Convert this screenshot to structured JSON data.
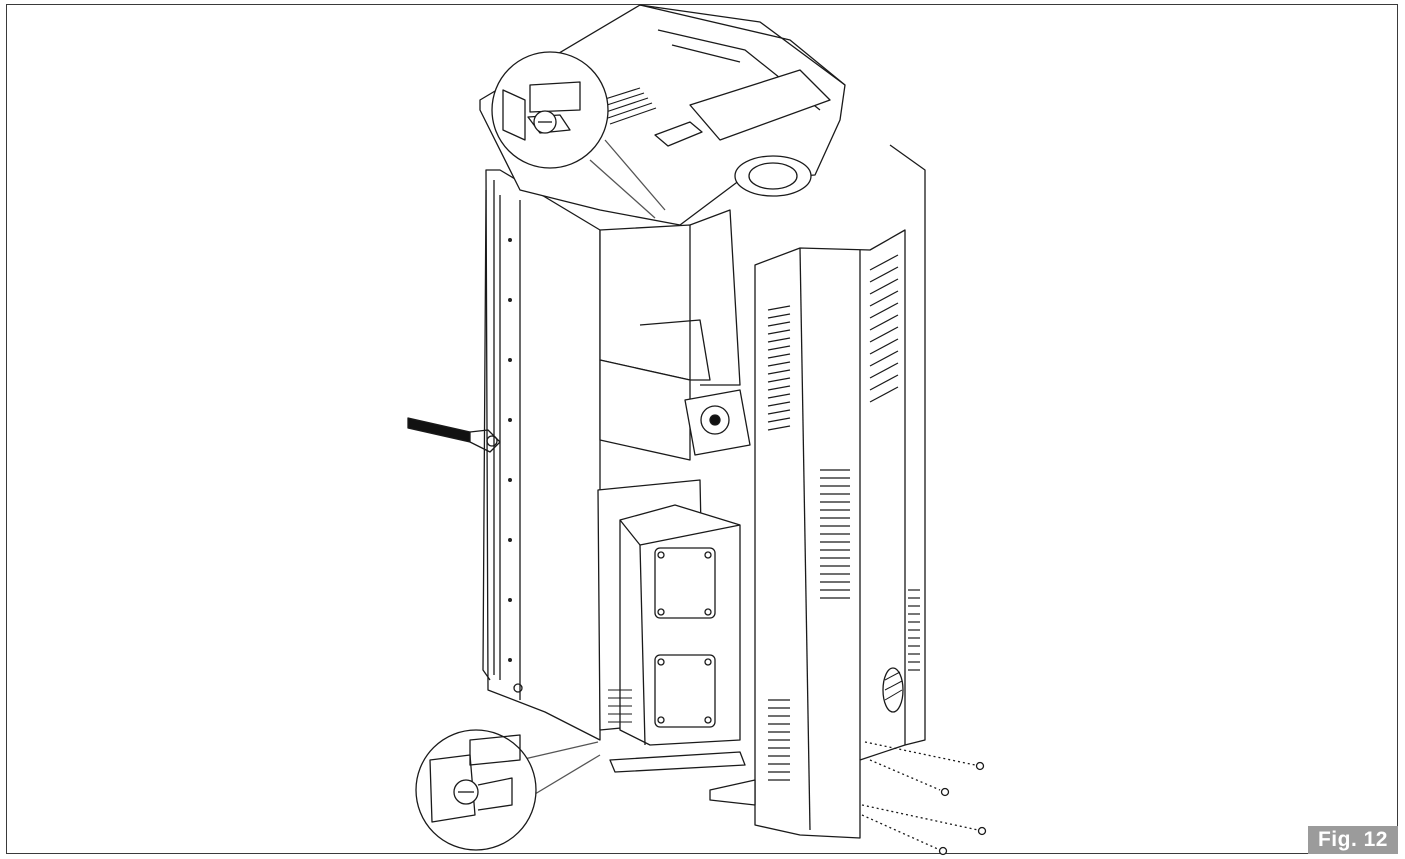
{
  "figure": {
    "label": "Fig. 12",
    "label_bg": "#9b9b9b",
    "line_color": "#1a1a1a"
  },
  "parts": {
    "top_panel": "top-cover",
    "side_panel": "side-cover-panel",
    "front_handle": "door-handle",
    "callouts": [
      "callout-top-bolt",
      "callout-bottom-bolt"
    ],
    "screws": 4
  }
}
